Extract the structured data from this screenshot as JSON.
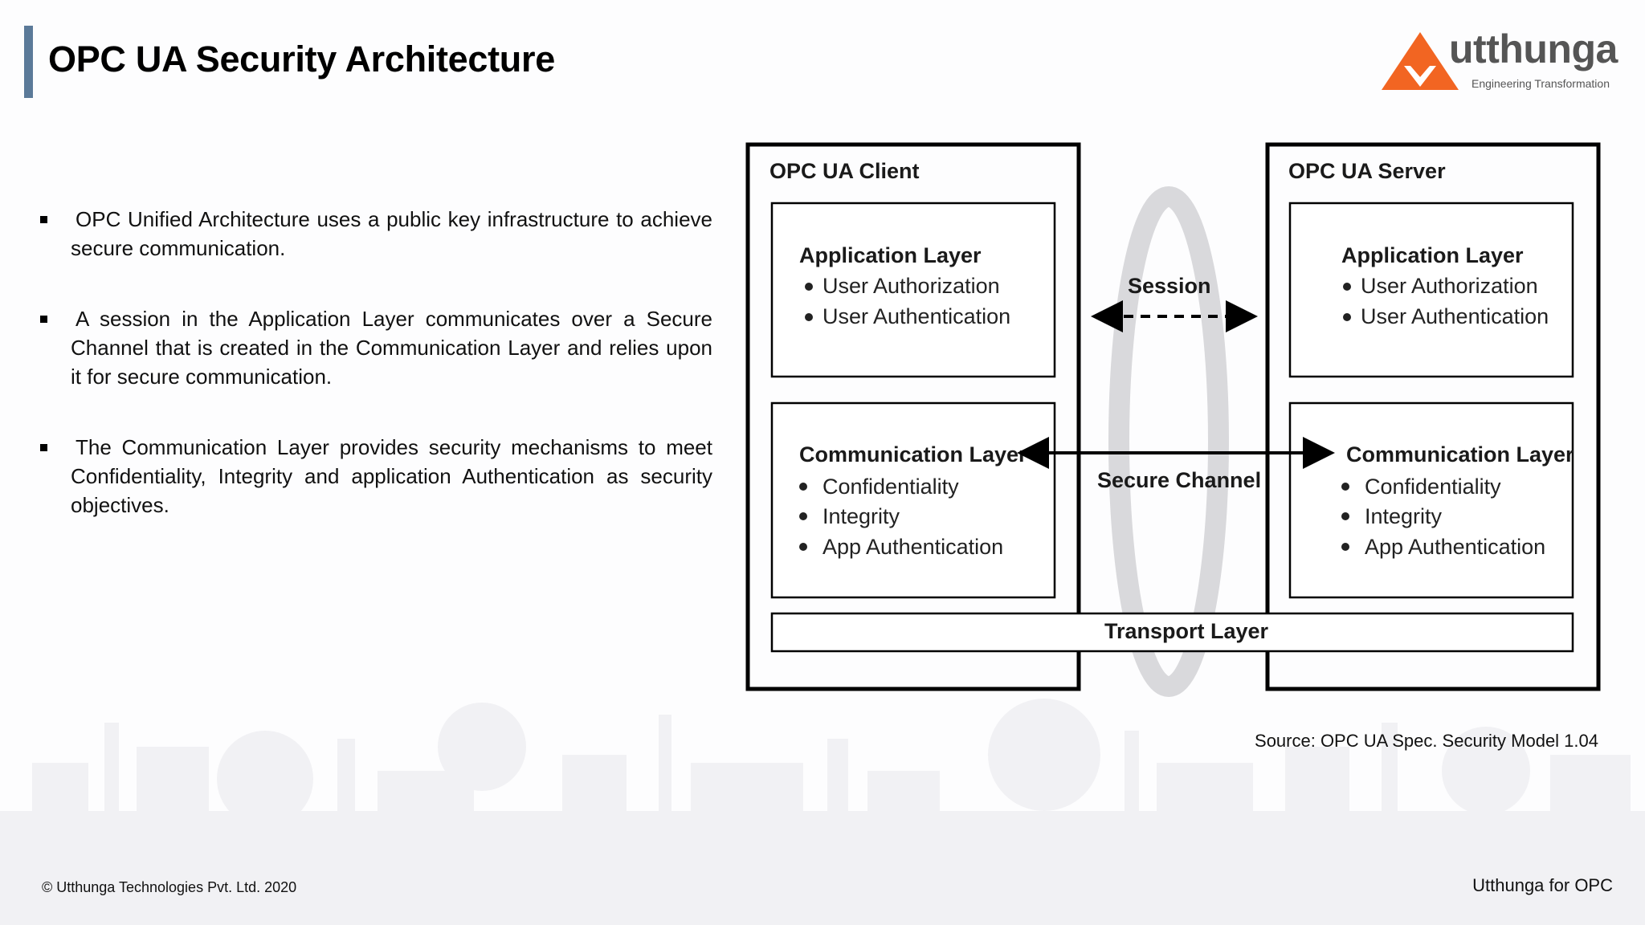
{
  "slide": {
    "title": "OPC UA Security Architecture",
    "accent_color": "#5b7a99"
  },
  "logo": {
    "word": "utthunga",
    "tagline": "Engineering Transformation",
    "brand_color": "#f26522"
  },
  "bullets": [
    "OPC Unified Architecture uses a public key infrastructure to achieve secure communication.",
    "A session in the Application Layer communicates over a Secure Channel that is created in the Communication Layer and relies upon it for secure communication.",
    "The Communication Layer provides security mechanisms to meet Confidentiality, Integrity and application Authentication as security objectives."
  ],
  "diagram": {
    "client": {
      "title": "OPC UA Client",
      "app_layer": {
        "title": "Application Layer",
        "items": [
          "User Authorization",
          "User Authentication"
        ]
      },
      "comm_layer": {
        "title": "Communication Layer",
        "items": [
          "Confidentiality",
          "Integrity",
          "App Authentication"
        ]
      }
    },
    "server": {
      "title": "OPC UA Server",
      "app_layer": {
        "title": "Application Layer",
        "items": [
          "User Authorization",
          "User Authentication"
        ]
      },
      "comm_layer": {
        "title": "Communication Layer",
        "items": [
          "Confidentiality",
          "Integrity",
          "App Authentication"
        ]
      }
    },
    "session_label": "Session",
    "secure_channel_label": "Secure Channel",
    "transport_label": "Transport Layer"
  },
  "source": "Source: OPC UA Spec. Security Model 1.04",
  "footer": {
    "copyright": "© Utthunga Technologies Pvt. Ltd. 2020",
    "right": "Utthunga for OPC"
  }
}
